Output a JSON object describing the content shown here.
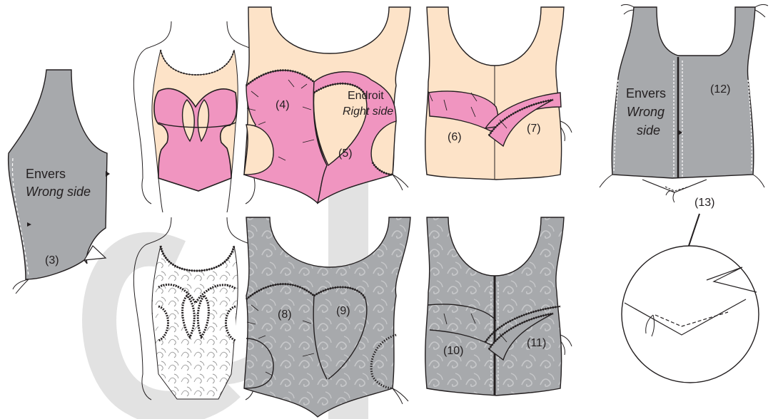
{
  "panel_left": {
    "side_label": "Envers",
    "side_label_en": "Wrong side",
    "step": "(3)"
  },
  "panel_front_top": {
    "side_label": "Endroit",
    "side_label_en": "Right side",
    "step_a": "(4)",
    "step_b": "(5)"
  },
  "panel_back_top": {
    "step_a": "(6)",
    "step_b": "(7)"
  },
  "panel_front_bottom": {
    "step_a": "(8)",
    "step_b": "(9)"
  },
  "panel_back_bottom": {
    "step_a": "(10)",
    "step_b": "(11)"
  },
  "panel_right": {
    "side_label": "Envers",
    "side_label_en_1": "Wrong",
    "side_label_en_2": "side",
    "step_a": "(12)",
    "step_b": "(13)"
  },
  "colors": {
    "pink": "#f095c0",
    "skin": "#fde3c8",
    "gray": "#a7a9ac",
    "lightgray": "#d9d9d9",
    "lace": "#bfbfbf",
    "outline": "#231f20",
    "watermark": "#e2e2e2"
  }
}
